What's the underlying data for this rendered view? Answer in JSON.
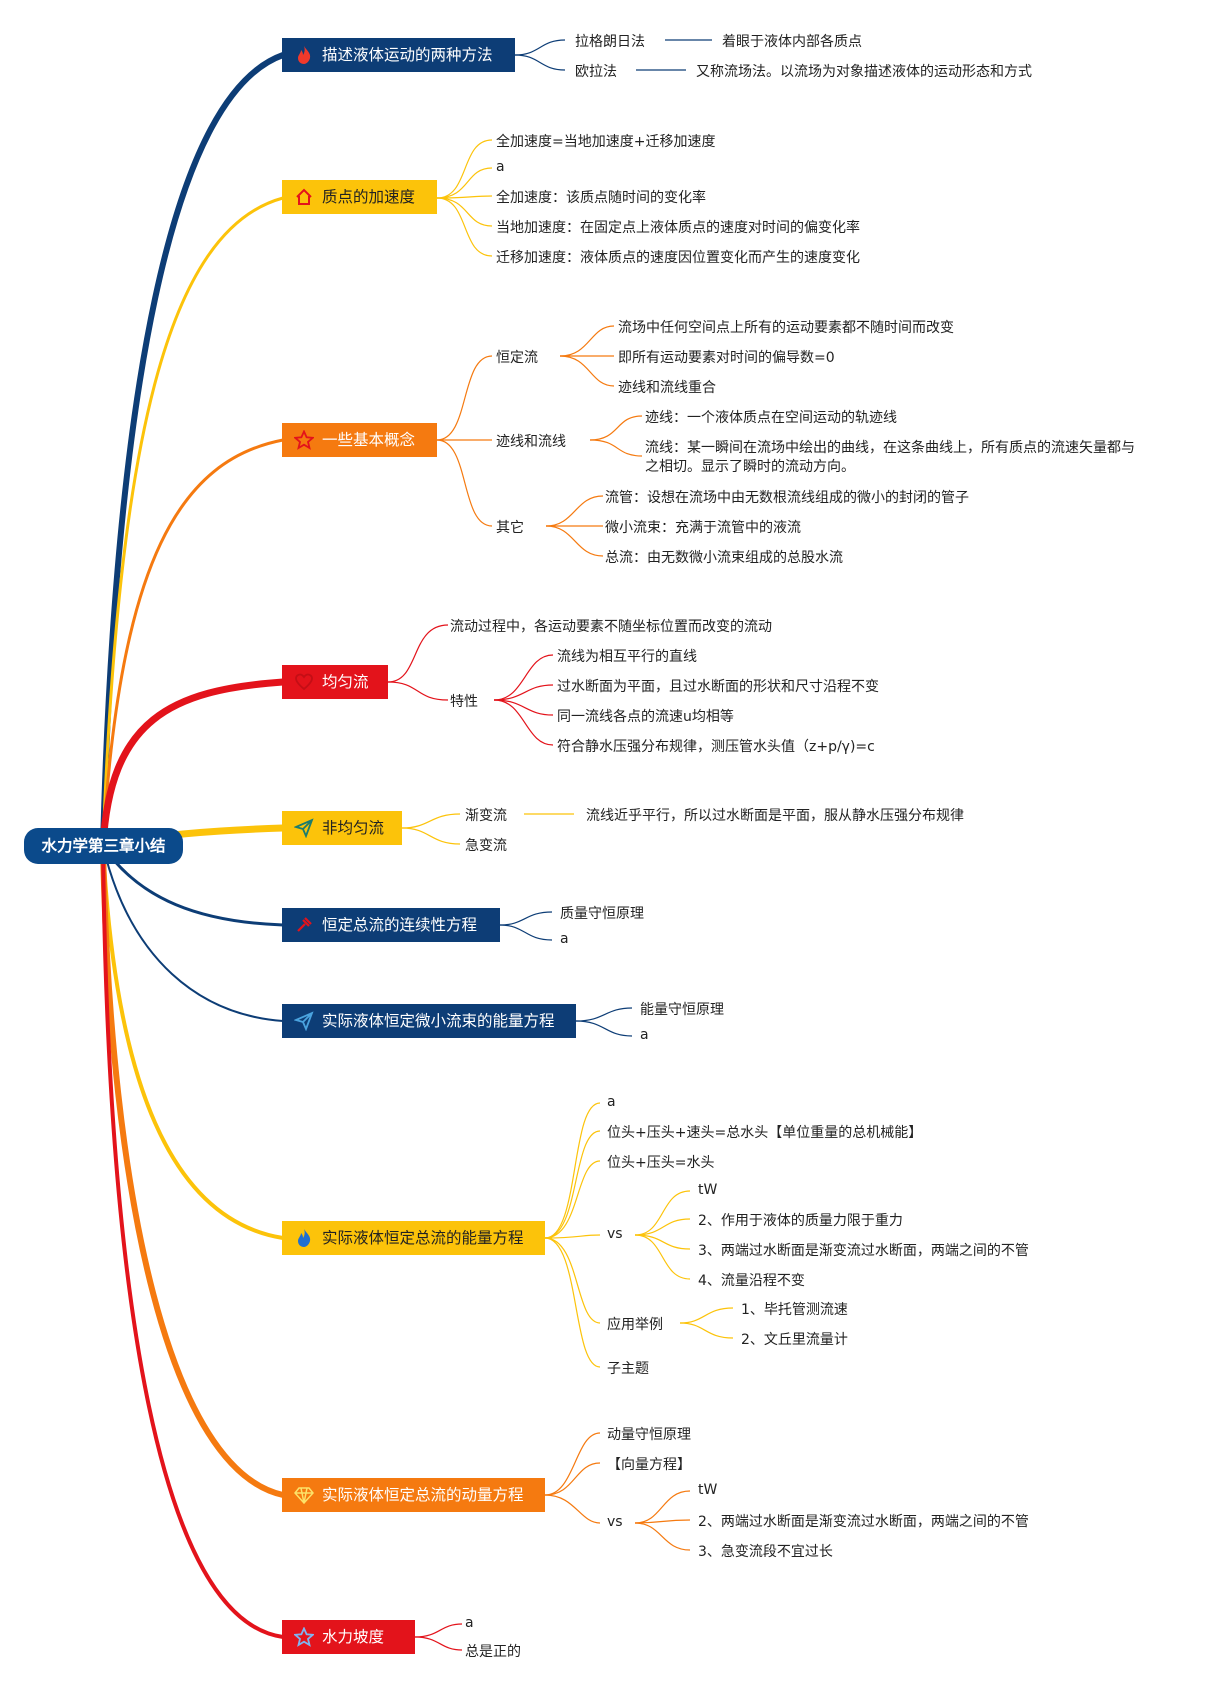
{
  "root": {
    "label": "水力学第三章小结"
  },
  "colors": {
    "navy": "#0f3f77",
    "yellow": "#fcc30a",
    "orange": "#f57a10",
    "red": "#e3131b"
  },
  "topics": [
    {
      "label": "描述液体运动的两种方法",
      "color": "#0d3d76",
      "icon": "fire-icon"
    },
    {
      "label": "质点的加速度",
      "color": "#fcc30a",
      "icon": "home-icon"
    },
    {
      "label": "一些基本概念",
      "color": "#f57a10",
      "icon": "star-icon"
    },
    {
      "label": "均匀流",
      "color": "#e3131b",
      "icon": "heart-icon"
    },
    {
      "label": "非均匀流",
      "color": "#fcc30a",
      "icon": "send-icon"
    },
    {
      "label": "恒定总流的连续性方程",
      "color": "#0d3d76",
      "icon": "hammer-icon"
    },
    {
      "label": "实际液体恒定微小流束的能量方程",
      "color": "#0d3d76",
      "icon": "send-icon"
    },
    {
      "label": "实际液体恒定总流的能量方程",
      "color": "#fcc30a",
      "icon": "flame-icon"
    },
    {
      "label": "实际液体恒定总流的动量方程",
      "color": "#f57a10",
      "icon": "diamond-icon"
    },
    {
      "label": "水力坡度",
      "color": "#e3131b",
      "icon": "star-icon"
    }
  ],
  "t0": {
    "lagrange": "拉格朗日法",
    "lagrange_desc": "着眼于液体内部各质点",
    "euler": "欧拉法",
    "euler_desc": "又称流场法。以流场为对象描述液体的运动形态和方式"
  },
  "t1": {
    "items": [
      "全加速度=当地加速度+迁移加速度",
      "a",
      "全加速度：该质点随时间的变化率",
      "当地加速度：在固定点上液体质点的速度对时间的偏变化率",
      "迁移加速度：液体质点的速度因位置变化而产生的速度变化"
    ]
  },
  "t2": {
    "steady": "恒定流",
    "steady_items": [
      "流场中任何空间点上所有的运动要素都不随时间而改变",
      "即所有运动要素对时间的偏导数=0",
      "迹线和流线重合"
    ],
    "path": "迹线和流线",
    "path_items": [
      "迹线：一个液体质点在空间运动的轨迹线",
      "流线：某一瞬间在流场中绘出的曲线，在这条曲线上，所有质点的流速矢量都与",
      "之相切。显示了瞬时的流动方向。"
    ],
    "other": "其它",
    "other_items": [
      "流管：设想在流场中由无数根流线组成的微小的封闭的管子",
      "微小流束：充满于流管中的液流",
      "总流：由无数微小流束组成的总股水流"
    ]
  },
  "t3": {
    "def": "流动过程中，各运动要素不随坐标位置而改变的流动",
    "feature": "特性",
    "feature_items": [
      "流线为相互平行的直线",
      "过水断面为平面，且过水断面的形状和尺寸沿程不变",
      "同一流线各点的流速u均相等",
      "符合静水压强分布规律，测压管水头值（z+p/γ)=c"
    ]
  },
  "t4": {
    "gradual": "渐变流",
    "gradual_desc": "流线近乎平行，所以过水断面是平面，服从静水压强分布规律",
    "rapid": "急变流"
  },
  "t5": {
    "items": [
      "质量守恒原理",
      "a"
    ]
  },
  "t6": {
    "items": [
      "能量守恒原理",
      "a"
    ]
  },
  "t7": {
    "items": [
      "a",
      "位头+压头+速头=总水头【单位重量的总机械能】",
      "位头+压头=水头"
    ],
    "vs": "vs",
    "vs_items": [
      "tW",
      "2、作用于液体的质量力限于重力",
      "3、两端过水断面是渐变流过水断面，两端之间的不管",
      "4、流量沿程不变"
    ],
    "app": "应用举例",
    "app_items": [
      "1、毕托管测流速",
      "2、文丘里流量计"
    ],
    "sub": "子主题"
  },
  "t8": {
    "items": [
      "动量守恒原理",
      "【向量方程】"
    ],
    "vs": "vs",
    "vs_items": [
      "tW",
      "2、两端过水断面是渐变流过水断面，两端之间的不管",
      "3、急变流段不宜过长"
    ]
  },
  "t9": {
    "items": [
      "a",
      "总是正的"
    ]
  }
}
